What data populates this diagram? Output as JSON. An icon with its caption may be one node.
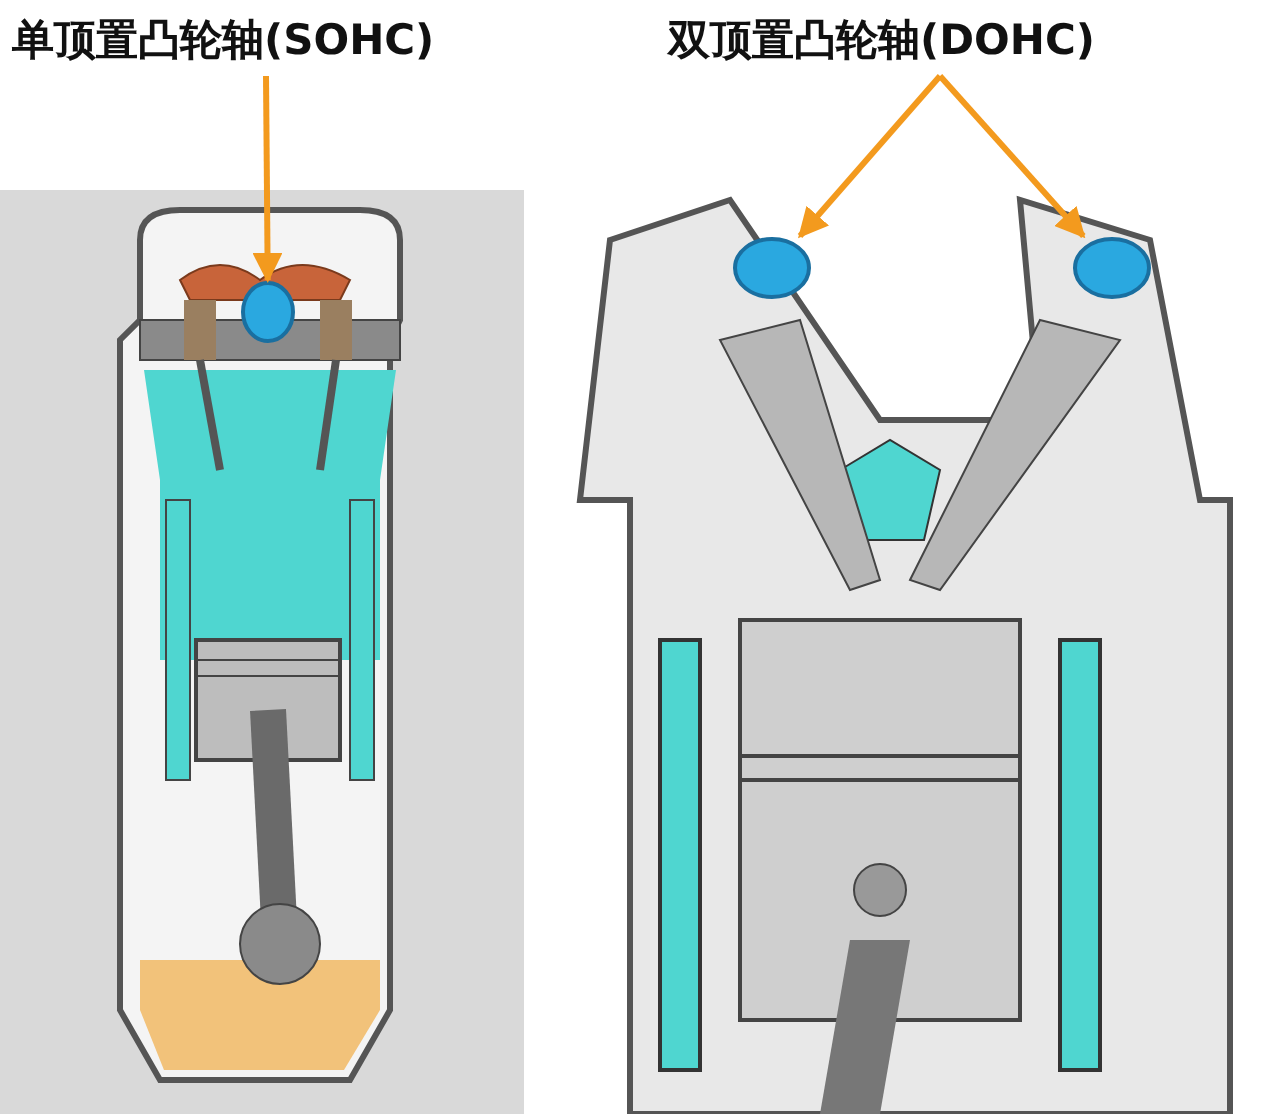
{
  "diagram": {
    "nodes": [
      {
        "text": [
          "单顶置凸轮轴(SOHC)"
        ]
      },
      {
        "text": [
          "双顶置凸轮轴(DOHC)"
        ]
      },
      {
        "text": [],
        "shape": "circle"
      },
      {
        "text": [],
        "shape": "circle"
      },
      {
        "text": [],
        "shape": "circle"
      }
    ],
    "edges": [
      {
        "from": 0,
        "to": 2,
        "arrow": "to"
      },
      {
        "from": 1,
        "to": 3,
        "arrow": "to"
      },
      {
        "from": 1,
        "to": 4,
        "arrow": "to"
      }
    ]
  }
}
